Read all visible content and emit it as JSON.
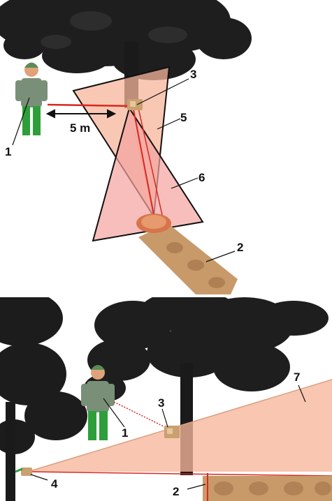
{
  "top_panel": {
    "labels": {
      "worker": "1",
      "log": "2",
      "device": "3",
      "upper_cone": "5",
      "lower_cone": "6"
    },
    "distance_label": "5 m"
  },
  "bottom_panel": {
    "labels": {
      "worker": "1",
      "log": "2",
      "device": "3",
      "ground_device": "4",
      "fan": "7"
    }
  },
  "colors": {
    "cone_fill": "#f7b69b",
    "cone_fill_lower": "#f4a3a0",
    "laser": "#d8271e",
    "tree_dark": "#1c1c1c",
    "log_wood": "#c89a6a",
    "worker_shirt": "#7a8f78",
    "worker_pants": "#2e9e3a"
  }
}
